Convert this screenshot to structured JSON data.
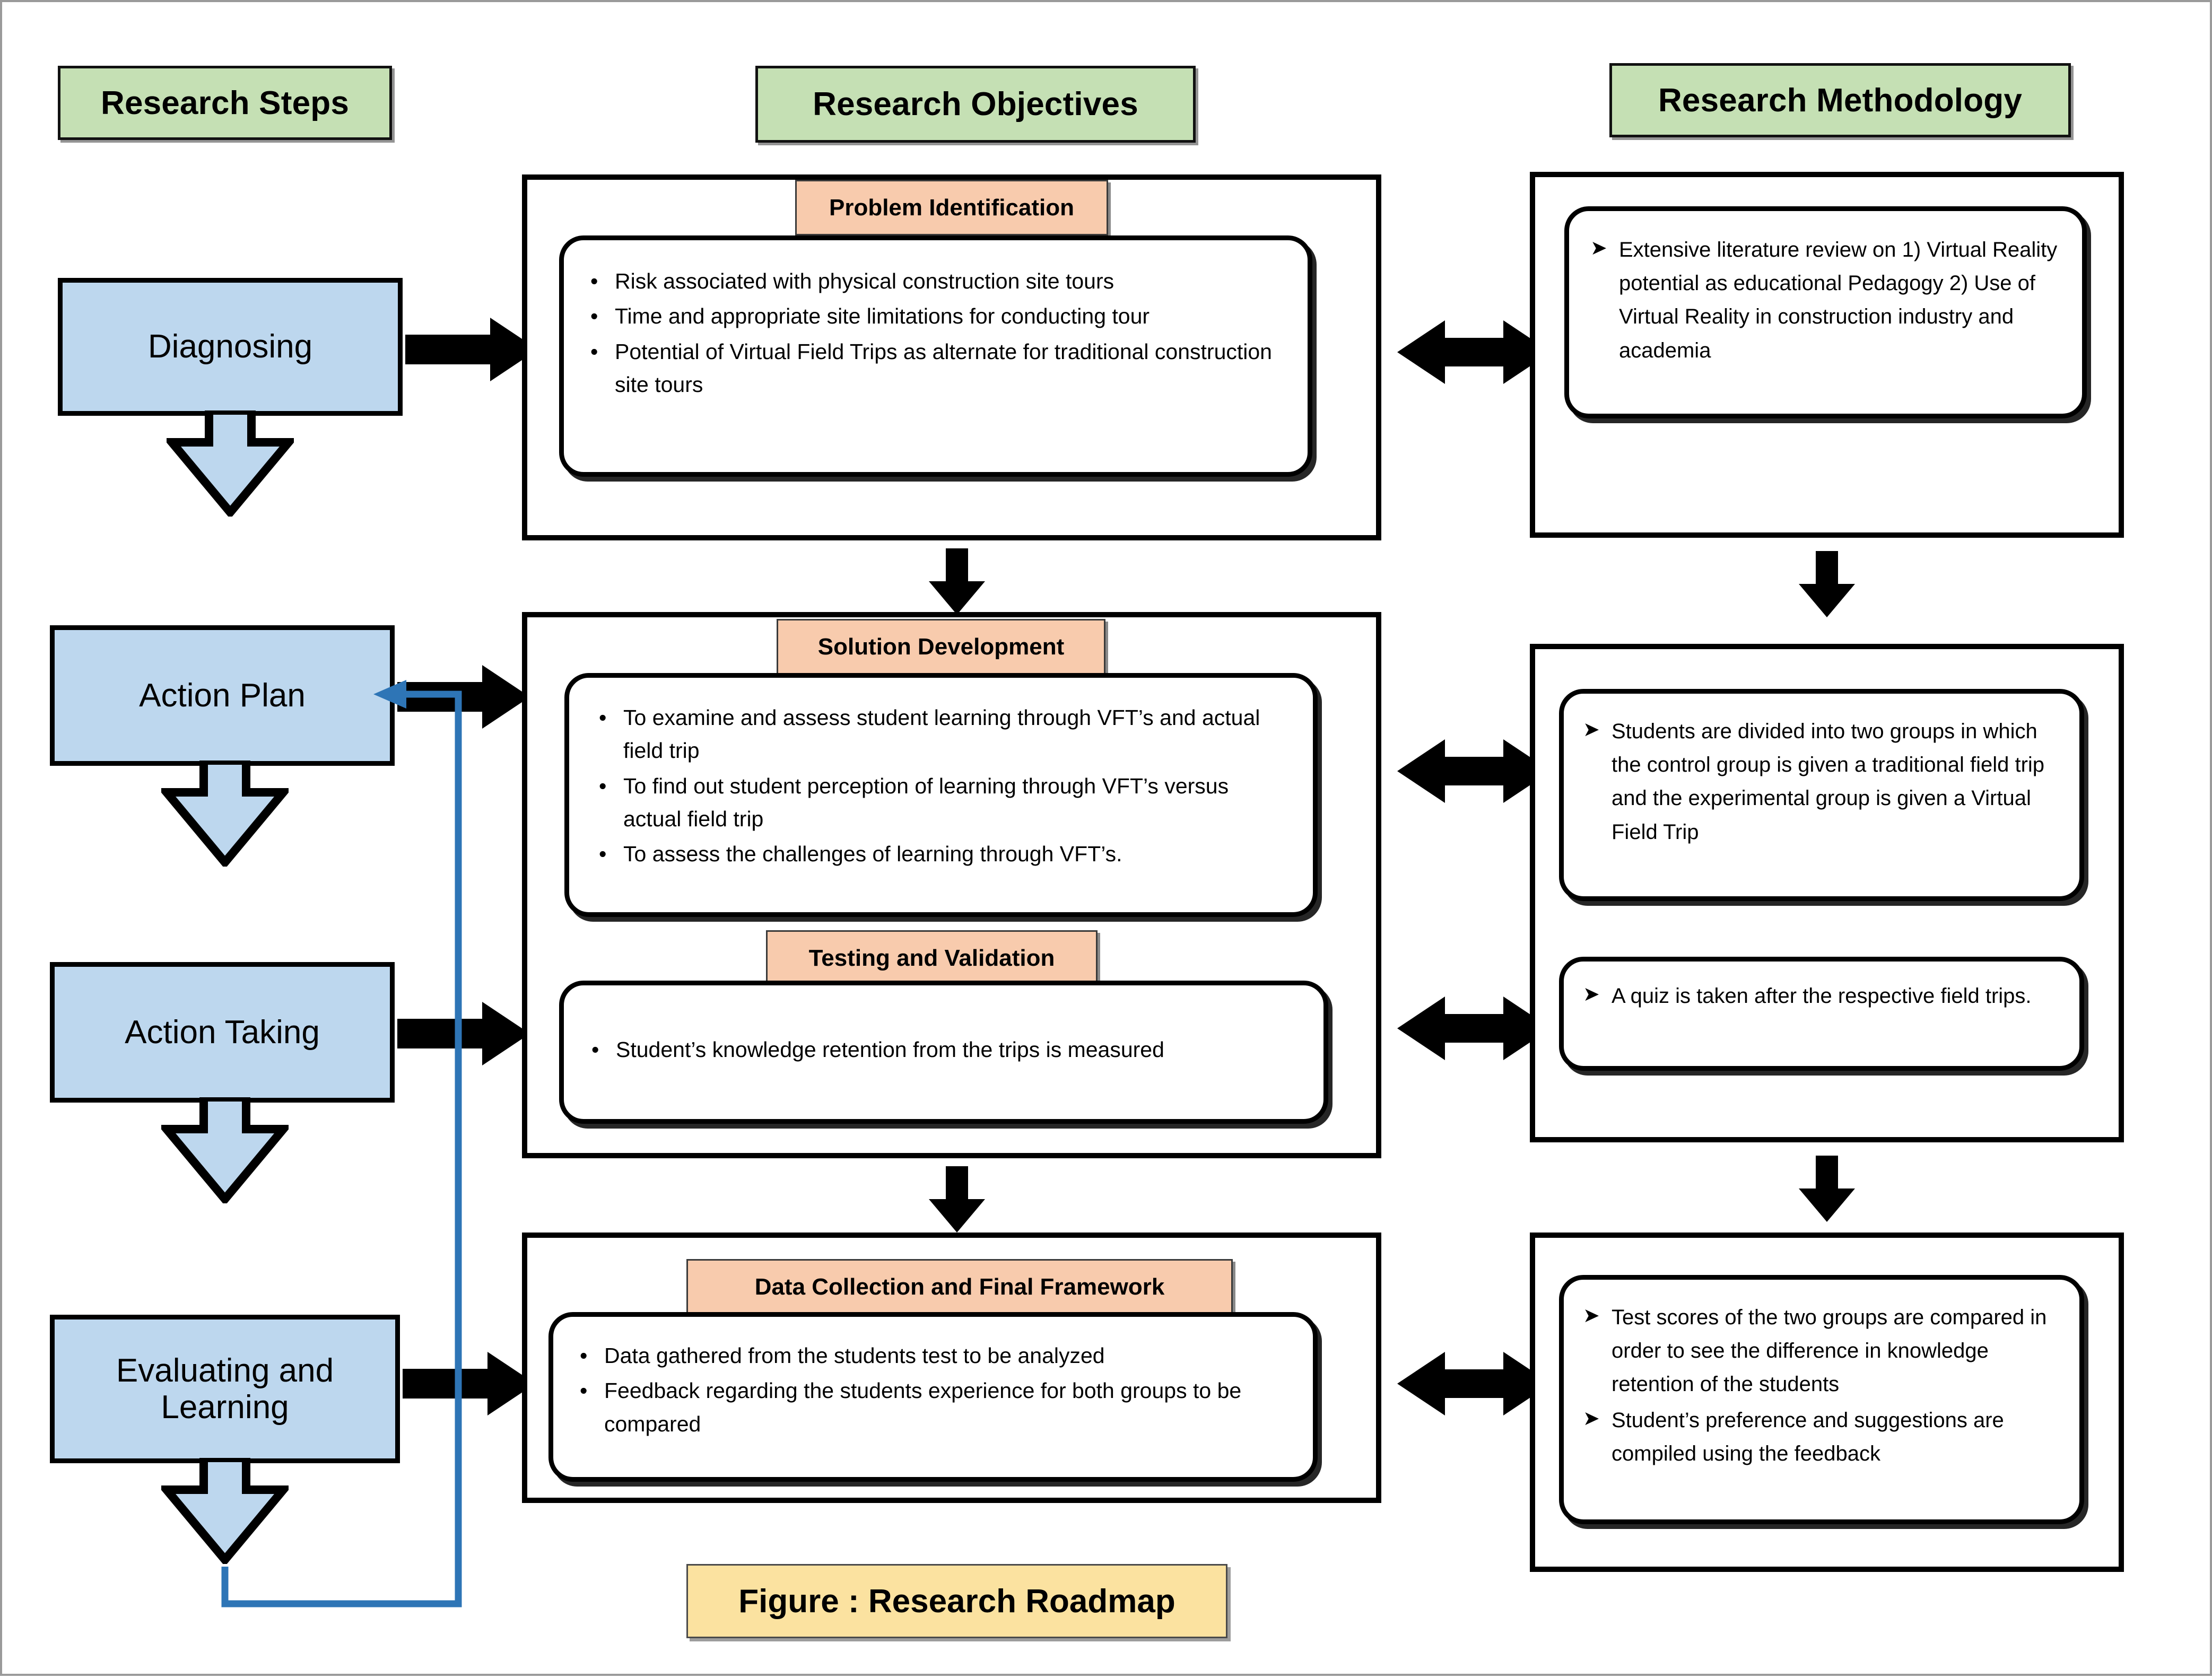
{
  "columns": {
    "steps_header": "Research Steps",
    "objectives_header": "Research Objectives",
    "methodology_header": "Research Methodology"
  },
  "steps": [
    {
      "label": "Diagnosing"
    },
    {
      "label": "Action Plan"
    },
    {
      "label": "Action Taking"
    },
    {
      "label": "Evaluating and\nLearning"
    }
  ],
  "objectives": {
    "problem_identification": {
      "tab": "Problem Identification",
      "bullet": "•",
      "items": [
        "Risk associated with physical construction   site tours",
        "Time and appropriate site limitations for conducting tour",
        "Potential of Virtual Field Trips as alternate for traditional construction site tours"
      ]
    },
    "solution_development": {
      "tab": "Solution Development",
      "bullet": "•",
      "items": [
        "To examine and assess student learning through VFT’s and actual field trip",
        "To find out student perception of learning through VFT’s versus actual field trip",
        "To assess the challenges of learning through VFT’s."
      ]
    },
    "testing_validation": {
      "tab": "Testing and Validation",
      "bullet": "•",
      "items": [
        "Student’s knowledge retention from the trips is measured"
      ]
    },
    "data_collection": {
      "tab": "Data Collection and Final Framework",
      "bullet": "•",
      "items": [
        "Data gathered from the students test to be analyzed",
        "Feedback regarding the students experience for both groups to be compared"
      ]
    }
  },
  "methodology": {
    "bullet": "➤",
    "box1": {
      "items": [
        "Extensive literature review on 1) Virtual Reality potential as educational Pedagogy 2) Use of Virtual Reality in construction industry and academia"
      ]
    },
    "box2a": {
      "items": [
        "Students are divided into two groups in which the control group is given a traditional field trip and the experimental group is given a Virtual Field Trip"
      ]
    },
    "box2b": {
      "items": [
        "A quiz is taken after the respective field trips."
      ]
    },
    "box3": {
      "items": [
        "Test scores of the two groups are compared in order to see the difference in knowledge retention of the students",
        "Student’s preference and suggestions are compiled using the feedback"
      ]
    }
  },
  "caption": "Figure : Research Roadmap",
  "colors": {
    "header_green": "#C5E0B4",
    "step_blue": "#BDD7EE",
    "tab_orange": "#F8CBAD",
    "caption_yellow": "#FBE2A0",
    "feedback_blue": "#2E75B6",
    "outline_black": "#000000",
    "page_border_gray": "#9A9A9A"
  },
  "icons": {
    "right_arrow": "right-arrow-icon",
    "double_arrow": "double-headed-arrow-icon",
    "down_arrow": "down-arrow-icon",
    "step_chevron": "down-chevron-icon",
    "feedback_loop": "feedback-loop-arrow-icon"
  }
}
